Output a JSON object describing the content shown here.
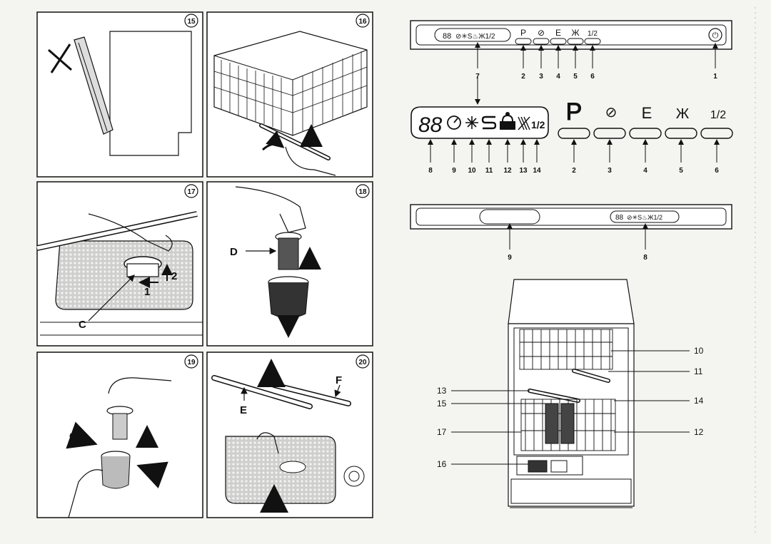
{
  "colors": {
    "ink": "#111111",
    "paper": "#f4f4f1",
    "panel_fill": "#ffffff",
    "mesh": "#cfcfcf"
  },
  "panels": [
    {
      "number": "15",
      "icon": "door-crossed-icon"
    },
    {
      "number": "16",
      "icon": "spray-arm-removal-icon"
    },
    {
      "number": "17",
      "icon": "filter-twist-icon",
      "labels": {
        "c": "C",
        "one": "1",
        "two": "2"
      }
    },
    {
      "number": "18",
      "icon": "filter-lift-icon",
      "labels": {
        "d": "D"
      }
    },
    {
      "number": "19",
      "icon": "filter-assembly-icon"
    },
    {
      "number": "20",
      "icon": "spray-arms-icon",
      "labels": {
        "e": "E",
        "f": "F"
      }
    }
  ],
  "control_panel": {
    "display_text": "88",
    "display_symbols": "⊘✳S♨Ж1/2",
    "button_letters": [
      "P",
      "⊘",
      "E",
      "Ж",
      "1/2"
    ],
    "power_symbol": "⏻",
    "callouts": [
      "7",
      "2",
      "3",
      "4",
      "5",
      "6",
      "1"
    ]
  },
  "enlarged_panel": {
    "digits": "88",
    "half_load": "1/2",
    "keys": [
      "P",
      "⊘",
      "E",
      "Ж",
      "1/2"
    ],
    "display_callouts": [
      "8",
      "9",
      "10",
      "11",
      "12",
      "13",
      "14"
    ],
    "key_callouts": [
      "2",
      "3",
      "4",
      "5",
      "6"
    ]
  },
  "alt_panel": {
    "display_text": "88",
    "display_symbols": "⊘✳S♨Ж1/2",
    "callouts": [
      "9",
      "8"
    ]
  },
  "appliance": {
    "right_callouts": [
      "10",
      "11",
      "14",
      "12"
    ],
    "left_callouts": [
      "13",
      "15",
      "17",
      "16"
    ]
  }
}
